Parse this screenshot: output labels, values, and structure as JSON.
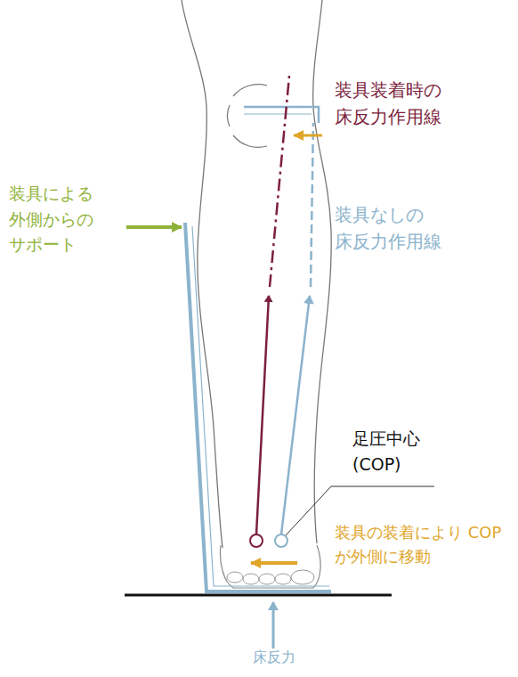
{
  "diagram": {
    "labels": [
      "装具装着時の 床反力作用線",
      "装具による 外側からの サポート",
      "装具なしの 床反力作用線",
      "足圧中心 (COP)",
      "装具の装着により COP が外側に移動",
      "床反力"
    ]
  }
}
